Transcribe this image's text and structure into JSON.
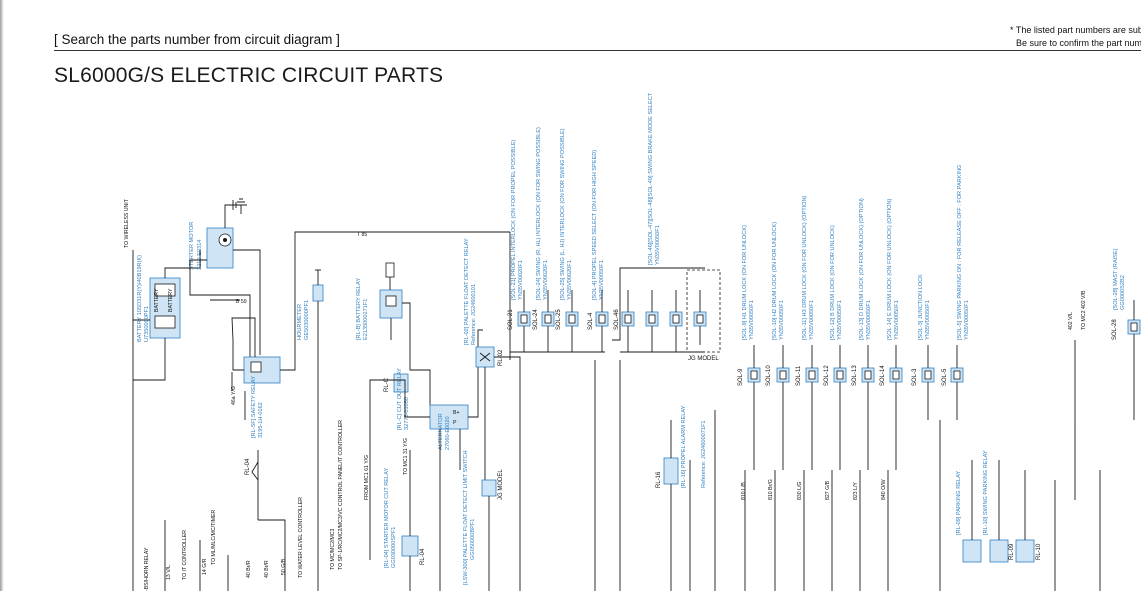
{
  "header": {
    "search_link": "[ Search the parts number from circuit diagram ]",
    "notice_line1": "* The listed part numbers are subje",
    "notice_line2": "Be sure to confirm the part numb"
  },
  "page_title": "SL6000G/S ELECTRIC CIRCUIT PARTS",
  "colors": {
    "label_blue": "#2f7fc1",
    "highlight_fill": "#cfe4f4",
    "highlight_stroke": "#39a0e0",
    "wire": "#1a1a1a"
  },
  "diagram": {
    "components": [
      {
        "id": "battery",
        "text": "BATTERY 105D31R(Y)/40B19R(K)"
      },
      {
        "id": "battery-part",
        "text": "U7350000PF1"
      },
      {
        "id": "starter-motor",
        "text": "STERTER MOTOR"
      },
      {
        "id": "starter-part",
        "text": "3210-E0314"
      },
      {
        "id": "safety-relay",
        "text": "[RL-SF] SAFETY RELAY"
      },
      {
        "id": "safety-part",
        "text": "3195-1H-0162"
      },
      {
        "id": "hourmeter",
        "text": "HOURMETER"
      },
      {
        "id": "hourmeter-part",
        "text": "GE5030000PF1"
      },
      {
        "id": "battery-relay",
        "text": "[RL-B] BATTERY RELAY"
      },
      {
        "id": "battery-relay-part",
        "text": "E2135000271F1"
      },
      {
        "id": "cutout-relay",
        "text": "[RL-C] CUT OUT RELAY"
      },
      {
        "id": "cutout-part",
        "text": "32773-01050"
      },
      {
        "id": "alternator",
        "text": "ALTERNATOR"
      },
      {
        "id": "alternator-part",
        "text": "27060-E0020"
      },
      {
        "id": "palette-float-relay",
        "text": "[RL-02] PALETTE FLOAT DETECT RELAY"
      },
      {
        "id": "palette-float-ref",
        "text": "Reference: JG24600101"
      },
      {
        "id": "palette-float-switch",
        "text": "[LSW-300] PALETTE FLOAT DETECT LIMIT SWITCH"
      },
      {
        "id": "palette-float-switch-part",
        "text": "GG050000BPF1"
      },
      {
        "id": "starter-cut-relay",
        "text": "[RL-04] STARTER MOTOR CUT RELAY"
      },
      {
        "id": "starter-cut-part",
        "text": "GG030000SPF1"
      },
      {
        "id": "propel-alarm-relay",
        "text": "[RL-16] PROPEL ALARM RELAY"
      },
      {
        "id": "propel-alarm-ref",
        "text": "Reference: JG24600071F1"
      },
      {
        "id": "parking-relay",
        "text": "[RL-09] PARKING RELAY"
      },
      {
        "id": "swing-parking-relay",
        "text": "[RL-10] SWING PARKING RELAY"
      }
    ],
    "solenoids": [
      {
        "tag": "SOL-21",
        "label": "[SOL-21] PROPEL INTERLOCK (ON FOR PROPEL POSSIBLE)",
        "part": "YN35V00020F1"
      },
      {
        "tag": "SOL-24",
        "label": "[SOL-24] SWING (R, HL) INTERLOCK (ON FOR SWING POSSIBLE)",
        "part": "YN35V00020F1"
      },
      {
        "tag": "SOL-25",
        "label": "[SOL-25] SWING (L, HJ) INTERLOCK (ON FOR SWING POSSIBLE)",
        "part": "YN35V00020F1"
      },
      {
        "tag": "SOL-4",
        "label": "[SOL-4] PROPEL SPEED SELECT (ON FOR HIGH SPEED)",
        "part": "YN35V00050F1"
      },
      {
        "tag": "SOL-46",
        "label": "[SOL-46][SOL-47][SOL-48][SOL-49] SWING BRAKE MODE SELECT",
        "part": "YN35V00050F1"
      },
      {
        "tag": "SOL-9",
        "label": "[SOL-9] H1 DRUM LOCK (ON FOR UNLOCK)",
        "part": "YN35V00050F1"
      },
      {
        "tag": "SOL-10",
        "label": "[SOL-10] H2 DRUM LOCK (ON FOR UNLOCK)",
        "part": "YN35V00050F1"
      },
      {
        "tag": "SOL-11",
        "label": "[SOL-11] H3 DRUM LOCK (ON FOR UNLOCK) (OPTION)",
        "part": "YN35V00050F1"
      },
      {
        "tag": "SOL-12",
        "label": "[SOL-12] B DRUM LOCK (ON FOR UNLOCK)",
        "part": "YN35V00050F1"
      },
      {
        "tag": "SOL-13",
        "label": "[SOL-13] D DRUM LOCK (ON FOR UNLOCK) (OPTION)",
        "part": "YN35V00050F1"
      },
      {
        "tag": "SOL-14",
        "label": "[SOL-14] E DRUM LOCK (ON FOR UNLOCK) (OPTION)",
        "part": "YN35V00050F1"
      },
      {
        "tag": "SOL-3",
        "label": "[SOL-3] JUNCTION LOCK",
        "part": "YN35V00050F1"
      },
      {
        "tag": "SOL-5",
        "label": "[SOL-5] SWING PARKING ON : FOR RELEASE OFF : FOR PARKING",
        "part": "YN35V00050F1"
      },
      {
        "tag": "SOL-28",
        "label": "[SOL-28] MAST (RAISE)",
        "part": "GG0000S2B2"
      }
    ],
    "tags": [
      "RL-04",
      "RL-C",
      "RL-02",
      "RL-16",
      "RL-09",
      "RL-10",
      "LSW-300",
      "JG MODEL",
      "TO WIRELESS UNIT",
      "T 85",
      "B 59"
    ]
  }
}
